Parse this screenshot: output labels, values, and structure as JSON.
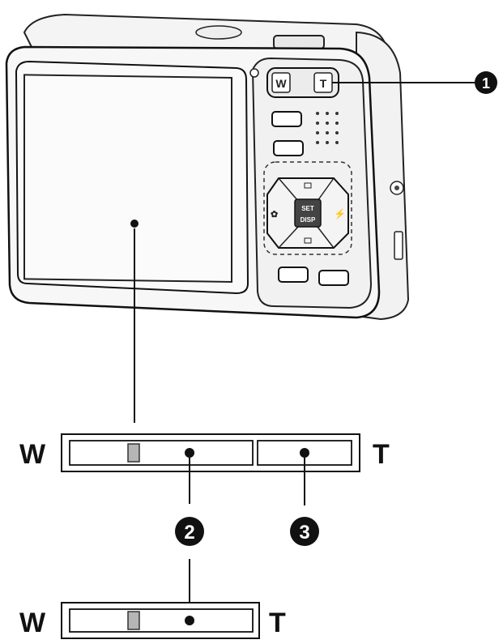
{
  "camera": {
    "zoom_wide_label": "W",
    "zoom_tele_label": "T",
    "set_label": "SET",
    "disp_label": "DISP"
  },
  "callouts": {
    "one": "1",
    "two": "2",
    "three": "3"
  },
  "zoom_bar_top": {
    "wide_label": "W",
    "tele_label": "T"
  },
  "zoom_bar_bottom": {
    "wide_label": "W",
    "tele_label": "T"
  }
}
